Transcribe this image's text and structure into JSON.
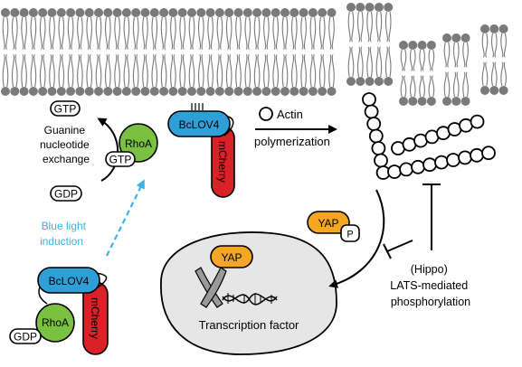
{
  "labels": {
    "gtp_top": "GTP",
    "guanine_exchange": [
      "Guanine",
      "nucleotide",
      "exchange"
    ],
    "gdp_mid": "GDP",
    "rhoa_top": "RhoA",
    "gtp_bound": "GTP",
    "bclov4_top": "BcLOV4",
    "mcherry_top": "mCherry",
    "actin": "Actin",
    "polymerization": "polymerization",
    "blue_light": [
      "Blue light",
      "induction"
    ],
    "bclov4_bottom": "BcLOV4",
    "rhoa_bottom": "RhoA",
    "gdp_bottom": "GDP",
    "mcherry_bottom": "mCherry",
    "yap_cyto": "YAP",
    "phospho": "P",
    "yap_nucleus": "YAP",
    "transcription_factor": "Transcription factor",
    "lats": [
      "(Hippo)",
      "LATS-mediated",
      "phosphorylation"
    ]
  },
  "colors": {
    "rhoa": "#7ac142",
    "bclov4": "#2f9fd8",
    "mcherry": "#d92128",
    "yap": "#f5a623",
    "nucleus": "#e6e6e6",
    "membrane_head": "#7a7a7a",
    "light_arrow": "#3ab3e6"
  }
}
